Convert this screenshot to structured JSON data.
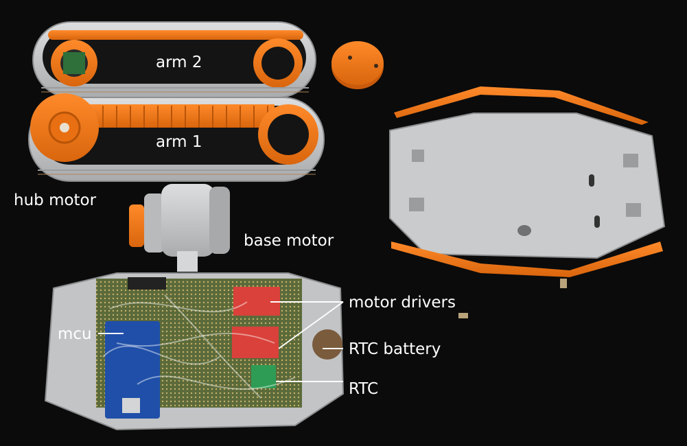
{
  "labels": {
    "arm2": "arm 2",
    "arm1": "arm 1",
    "hub_motor": "hub motor",
    "base_motor": "base motor",
    "motor_drivers": "motor drivers",
    "mcu": "mcu",
    "rtc_battery": "RTC battery",
    "rtc": "RTC"
  },
  "colors": {
    "background": "#0b0b0b",
    "plastic_grey": "#c9cbcc",
    "plastic_orange": "#f07a1e",
    "pcb_blue": "#1f4fa8",
    "driver_red": "#d9413a",
    "rtc_green": "#2e9c55",
    "label_white": "#ffffff"
  }
}
